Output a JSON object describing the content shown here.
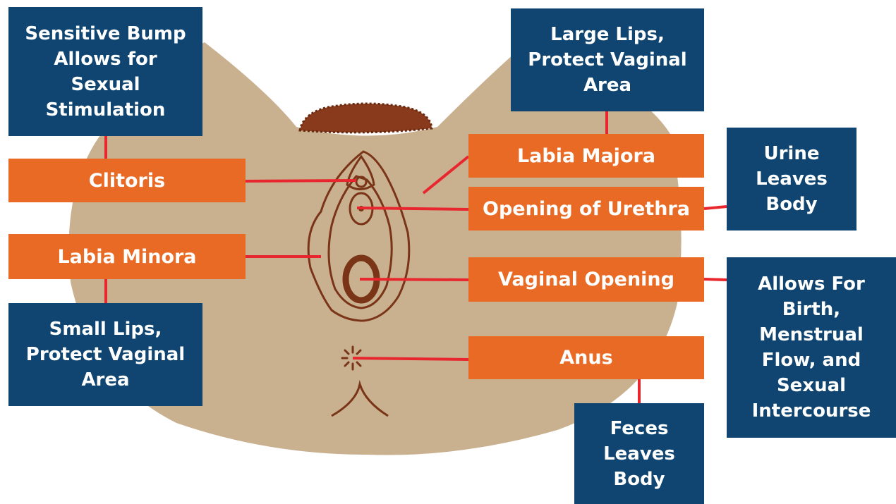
{
  "labels": {
    "clitoris": "Clitoris",
    "labia_minora": "Labia Minora",
    "labia_majora": "Labia Majora",
    "urethra": "Opening of Urethra",
    "vaginal_opening": "Vaginal Opening",
    "anus": "Anus"
  },
  "descriptions": {
    "clitoris": "Sensitive Bump\nAllows for\nSexual\nStimulation",
    "labia_minora": "Small Lips,\nProtect Vaginal\nArea",
    "labia_majora": "Large Lips,\nProtect Vaginal\nArea",
    "urethra": "Urine\nLeaves\nBody",
    "vaginal_opening": "Allows For\nBirth,\nMenstrual\nFlow, and\nSexual\nIntercourse",
    "anus": "Feces\nLeaves\nBody"
  },
  "colors": {
    "label_box": "#e96a24",
    "description_box": "#0f4570",
    "leader_line": "#e8262e",
    "skin": "#c9b08f",
    "outline": "#7a3418"
  }
}
